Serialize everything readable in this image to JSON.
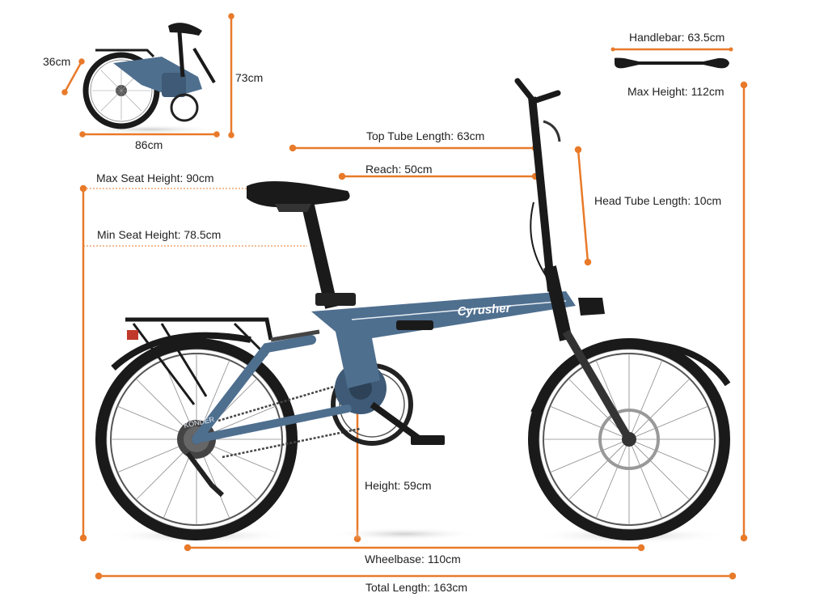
{
  "colors": {
    "accent": "#e87a2a",
    "frame": "#4f6f8f",
    "frame_dark": "#3e5a76",
    "black": "#1a1a1a",
    "background": "#ffffff"
  },
  "folded_bike": {
    "width_label": "36cm",
    "height_label": "73cm",
    "length_label": "86cm"
  },
  "handlebar": {
    "label": "Handlebar: 63.5cm"
  },
  "dimensions": {
    "max_height": "Max Height: 112cm",
    "top_tube_length": "Top Tube Length: 63cm",
    "reach": "Reach: 50cm",
    "head_tube_length": "Head Tube Length: 10cm",
    "max_seat_height": "Max Seat Height: 90cm",
    "min_seat_height": "Min Seat Height: 78.5cm",
    "height": "Height: 59cm",
    "wheelbase": "Wheelbase: 110cm",
    "total_length": "Total Length: 163cm"
  },
  "brand": {
    "frame_logo": "Cyrusher",
    "chainstay_text": "KONDER"
  }
}
